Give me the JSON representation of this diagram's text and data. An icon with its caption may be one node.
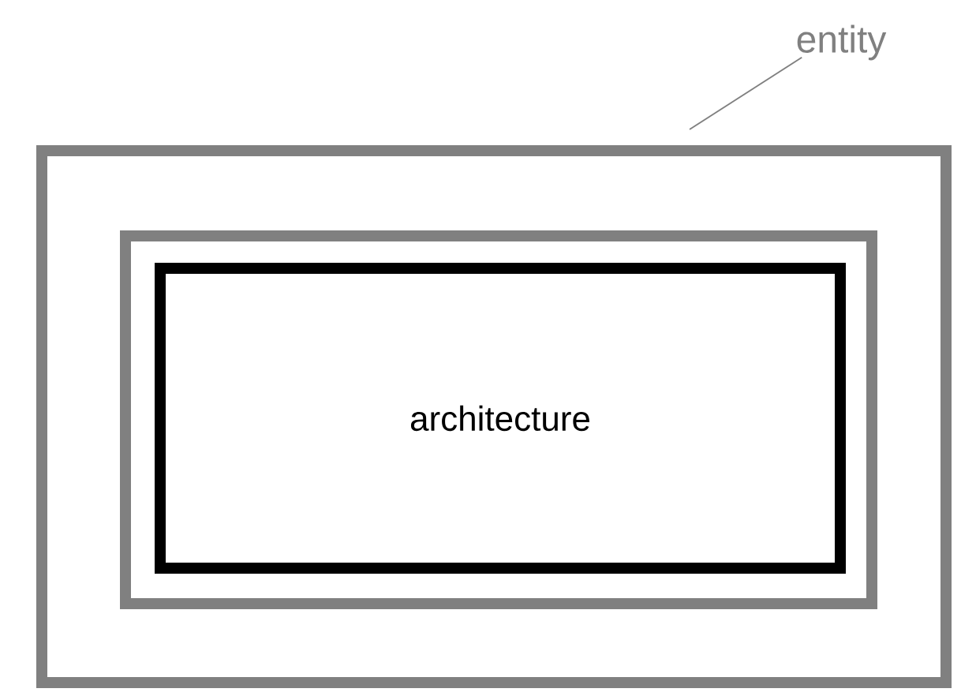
{
  "diagram": {
    "nodes": [
      {
        "text": [
          "entity"
        ]
      },
      {
        "text": [],
        "shape": "box"
      },
      {
        "text": [],
        "shape": "box",
        "in": 1
      },
      {
        "text": [
          "architecture"
        ],
        "in": 2
      }
    ],
    "edges": [
      {
        "from": 0,
        "to": 1,
        "arrow": "none"
      }
    ]
  }
}
